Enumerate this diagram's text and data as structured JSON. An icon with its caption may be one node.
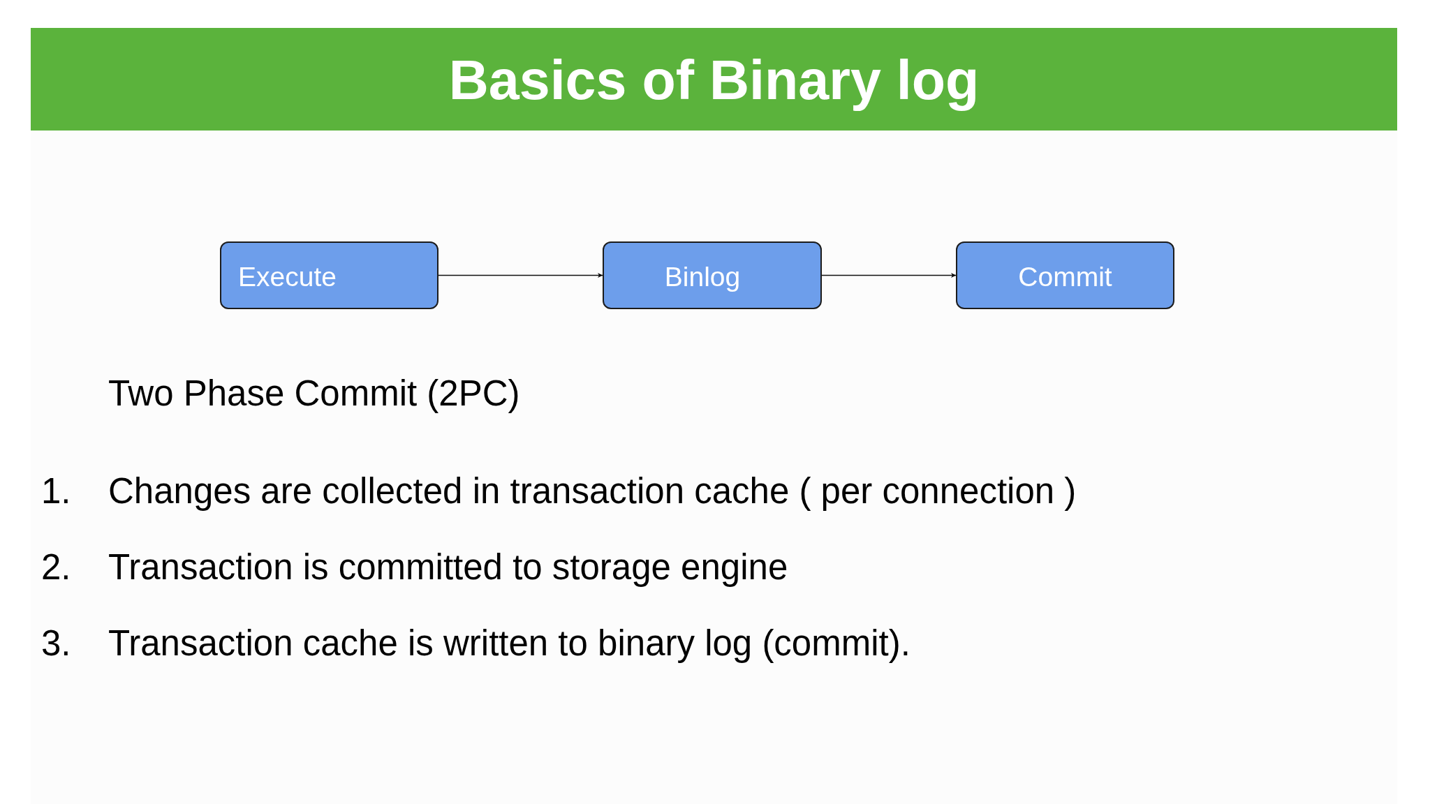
{
  "diagram": {
    "title": "Basics of Binary log",
    "nodes": [
      {
        "text": [
          "Execute"
        ]
      },
      {
        "text": [
          "Binlog"
        ]
      },
      {
        "text": [
          "Commit"
        ]
      }
    ],
    "edges": [
      {
        "from": 0,
        "to": 1,
        "arrow": "to"
      },
      {
        "from": 1,
        "to": 2,
        "arrow": "to"
      }
    ],
    "labels": [
      "Two Phase Commit (2PC)",
      "1.",
      "Changes are collected in transaction cache ( per connection )",
      "2.",
      "Transaction is committed to storage engine",
      "3.",
      "Transaction cache is written to binary log (commit)."
    ]
  }
}
